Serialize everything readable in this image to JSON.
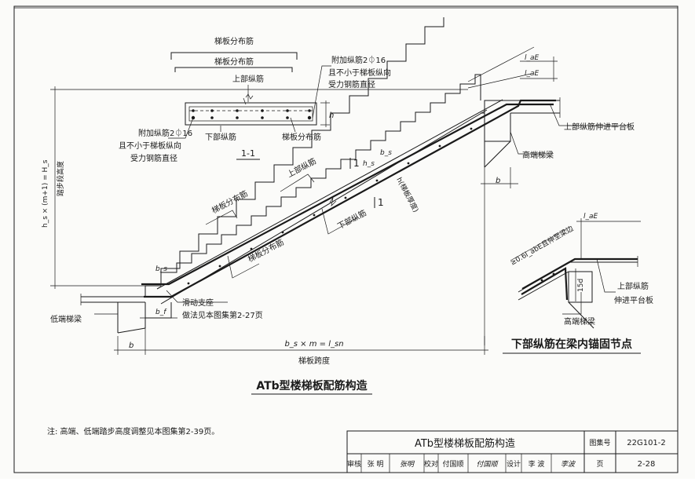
{
  "section": {
    "label": "1-1",
    "top_dist_bar": "梯板分布筋",
    "top_dist_bar2": "梯板分布筋",
    "upper_long_bar": "上部纵筋",
    "add_bar_right_1": "附加纵筋2⏀16",
    "add_bar_right_2": "且不小于梯板纵向",
    "add_bar_right_3": "受力钢筋直径",
    "h": "h",
    "add_bar_left_1": "附加纵筋2⏀16",
    "add_bar_left_2": "且不小于梯板纵向",
    "add_bar_left_3": "受力钢筋直径",
    "lower_long_bar": "下部纵筋",
    "dist_bar": "梯板分布筋"
  },
  "main": {
    "height_label": "h_s × (m+1) = H_s",
    "height_sub": "踏步段高度",
    "dist_bar_a": "梯板分布筋",
    "dist_bar_b": "梯板分布筋",
    "upper_long_bar": "上部纵筋",
    "lower_long_bar": "下部纵筋",
    "cut_mark_a": "1",
    "cut_mark_b": "1",
    "hs": "h_s",
    "bs_top": "b_s",
    "thickness": "h(梯板厚度)",
    "la_top": "l_aE",
    "la_top2": "l_aE",
    "upper_bar_into_slab": "上部纵筋伸进平台板",
    "high_beam": "高端梯梁",
    "b_right": "b",
    "bs_bottom": "b_s",
    "low_beam": "低端梯梁",
    "slide_support_1": "滑动支座",
    "slide_support_2": "做法见本图集第2-27页",
    "b1": "b_f",
    "b_left": "b",
    "span_formula": "b_s × m = l_sn",
    "span_label": "梯板跨度",
    "main_title": "ATb型楼梯板配筋构造"
  },
  "detail": {
    "lae": "l_aE",
    "anchor_1": "≥0.6l_abE且伸至梁边",
    "fifteen_d": "15d",
    "upper_bar_1": "上部纵筋",
    "upper_bar_2": "伸进平台板",
    "high_beam": "高端梯梁",
    "title": "下部纵筋在梁内锚固节点"
  },
  "note": "注: 高端、低端踏步高度调整见本图集第2-39页。",
  "title_block": {
    "drawing_title": "ATb型楼梯板配筋构造",
    "atlas_no_label": "图集号",
    "atlas_no": "22G101-2",
    "review_label": "审核",
    "reviewer": "张 明",
    "reviewer_sig": "张明",
    "check_label": "校对",
    "checker": "付国顺",
    "checker_sig": "付国顺",
    "design_label": "设计",
    "designer": "李 波",
    "designer_sig": "李波",
    "page_label": "页",
    "page_no": "2-28"
  }
}
